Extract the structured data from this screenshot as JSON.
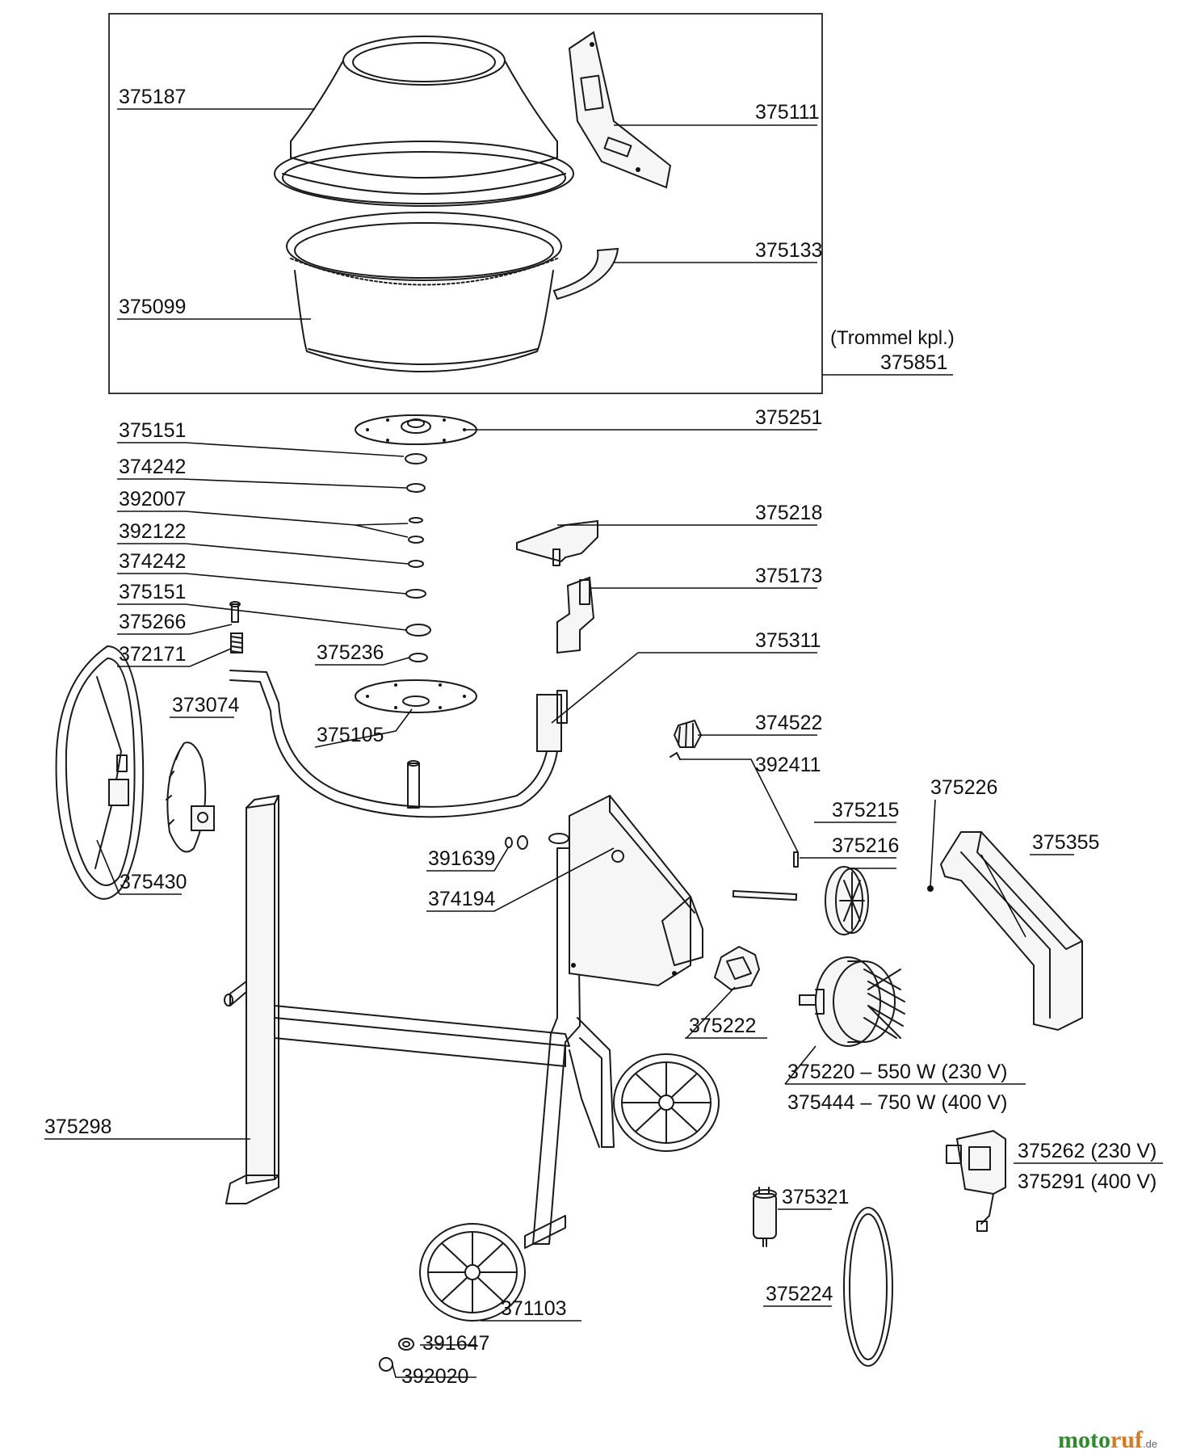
{
  "labels": {
    "p375187": "375187",
    "p375111": "375111",
    "p375133": "375133",
    "p375099": "375099",
    "trommel_caption": "(Trommel kpl.)",
    "p375851": "375851",
    "p375151_a": "375151",
    "p375251": "375251",
    "p374242_a": "374242",
    "p392007": "392007",
    "p375218": "375218",
    "p392122": "392122",
    "p374242_b": "374242",
    "p375173": "375173",
    "p375151_b": "375151",
    "p375266": "375266",
    "p375311": "375311",
    "p372171": "372171",
    "p375236": "375236",
    "p373074": "373074",
    "p375105": "375105",
    "p374522": "374522",
    "p392411": "392411",
    "p375226": "375226",
    "p375215": "375215",
    "p375216": "375216",
    "p375355": "375355",
    "p391639": "391639",
    "p375430": "375430",
    "p374194": "374194",
    "p375222": "375222",
    "p375220": "375220 – 550 W (230 V)",
    "p375444": "375444 – 750 W (400 V)",
    "p375298": "375298",
    "p375262": "375262 (230 V)",
    "p375291": "375291 (400 V)",
    "p375321": "375321",
    "p375224": "375224",
    "p371103": "371103",
    "p391647": "391647",
    "p392020": "392020"
  },
  "watermark": {
    "part1": "moto",
    "part2": "ruf",
    "suffix": ".de"
  }
}
